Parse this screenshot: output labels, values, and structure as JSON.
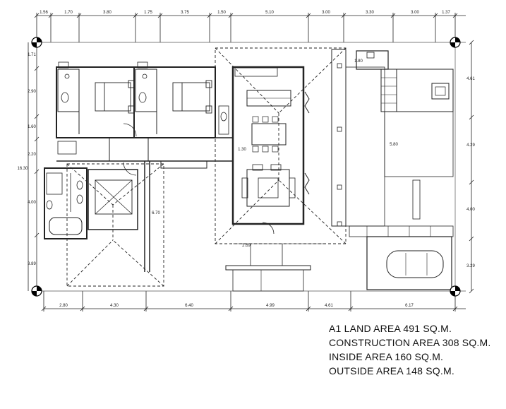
{
  "dimensions": {
    "top": [
      "1.56",
      "1.70",
      "3.80",
      "1.75",
      "3.75",
      "1.50",
      "5.10",
      "3.00",
      "3.30",
      "3.00",
      "1.37"
    ],
    "bottom": [
      "2.80",
      "4.30",
      "6.40",
      "4.99",
      "4.61",
      "6.17"
    ],
    "left": [
      "1.71",
      "2.90",
      "1.60",
      "2.20",
      "4.00",
      "3.89"
    ],
    "left_total": "16.30",
    "right": [
      "4.61",
      "4.29",
      "4.00",
      "3.29"
    ],
    "interior": {
      "d_670": "6.70",
      "d_130": "1.30",
      "d_269": "2.69",
      "d_580": "5.80",
      "d_180": "1.80"
    }
  },
  "areas": [
    "A1 LAND AREA 491 SQ.M.",
    "CONSTRUCTION AREA 308 SQ.M.",
    "INSIDE AREA 160 SQ.M.",
    "OUTSIDE AREA 148 SQ.M."
  ]
}
